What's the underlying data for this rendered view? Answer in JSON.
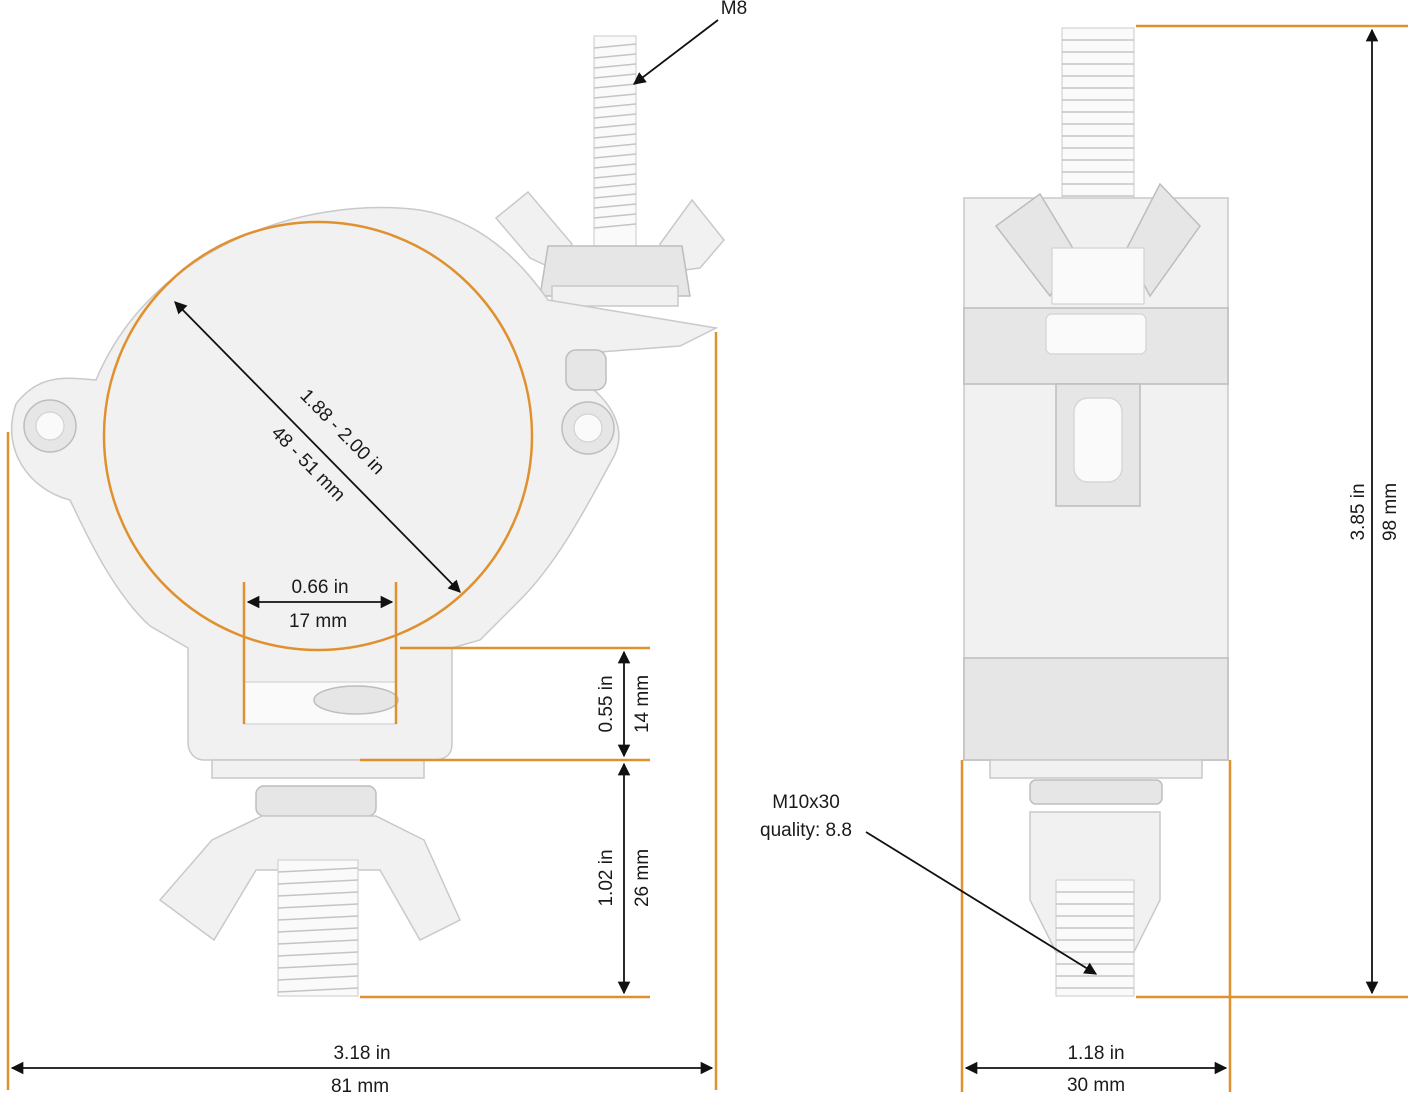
{
  "colors": {
    "accent": "#e0912f",
    "dimension_line": "#111111",
    "metal": "#f1f1f1"
  },
  "front_view": {
    "top_bolt_thread": "M8",
    "tube_diameter_in": "1.88 - 2.00 in",
    "tube_diameter_mm": "48 - 51 mm",
    "slot_width_in": "0.66 in",
    "slot_width_mm": "17 mm",
    "base_height_in": "0.55 in",
    "base_height_mm": "14 mm",
    "bolt_length_in": "1.02 in",
    "bolt_length_mm": "26 mm",
    "overall_width_in": "3.18 in",
    "overall_width_mm": "81 mm"
  },
  "side_view": {
    "bolt_spec": "M10x30",
    "bolt_quality": "quality: 8.8",
    "overall_height_in": "3.85 in",
    "overall_height_mm": "98 mm",
    "depth_in": "1.18 in",
    "depth_mm": "30 mm"
  }
}
